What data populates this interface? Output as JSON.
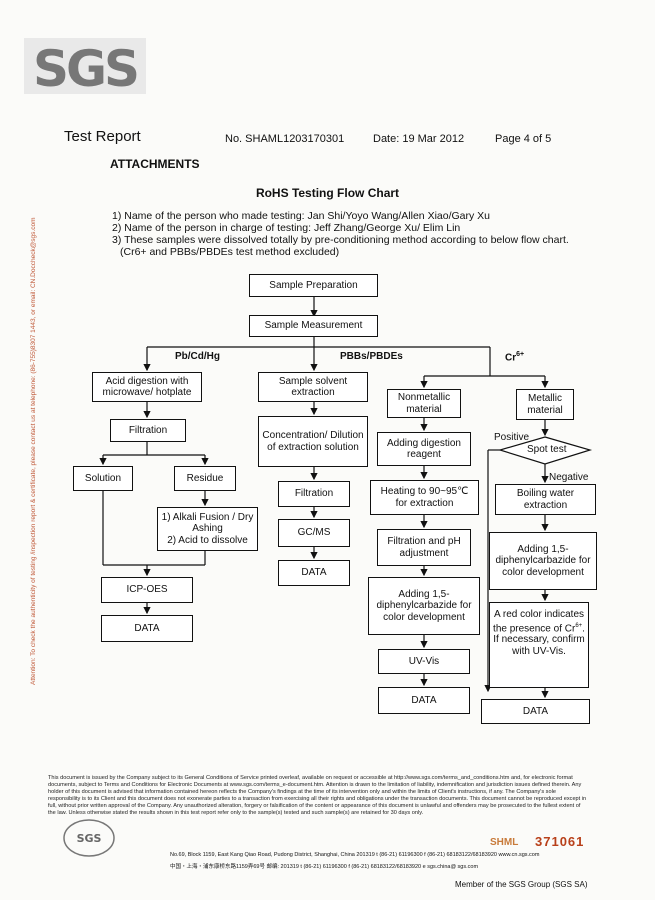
{
  "logo_text": "SGS",
  "header": {
    "title": "Test Report",
    "report_no": "No. SHAML1203170301",
    "date": "Date: 19 Mar 2012",
    "page": "Page 4 of 5"
  },
  "section": "ATTACHMENTS",
  "flow_title": "RoHS Testing Flow Chart",
  "notes": [
    "1) Name of the person who made testing: Jan Shi/Yoyo Wang/Allen Xiao/Gary Xu",
    "2) Name of the person in charge of testing: Jeff Zhang/George Xu/ Elim Lin",
    "3) These samples were dissolved totally by pre-conditioning method according to below flow chart.",
    "(Cr6+ and PBBs/PBDEs test method excluded)"
  ],
  "side_text": "Attention: To check the authenticity of testing /inspection report & certificate, please contact us at telephone: (86-755)8307 1443, or email: CN.Doccheck@sgs.com",
  "flow": {
    "prep": "Sample Preparation",
    "measure": "Sample Measurement",
    "branch_pb": "Pb/Cd/Hg",
    "branch_pbb": "PBBs/PBDEs",
    "branch_cr": "Cr",
    "branch_cr_sup": "6+",
    "acid": "Acid digestion with microwave/ hotplate",
    "filtration1": "Filtration",
    "solution": "Solution",
    "residue": "Residue",
    "alkali": "1) Alkali Fusion / Dry Ashing\n2) Acid to dissolve",
    "icp": "ICP-OES",
    "data1": "DATA",
    "solvent": "Sample solvent extraction",
    "concentration": "Concentration/ Dilution of extraction solution",
    "filtration2": "Filtration",
    "gcms": "GC/MS",
    "data2": "DATA",
    "nonmetal": "Nonmetallic material",
    "adding_dig": "Adding digestion reagent",
    "heating": "Heating to 90~95℃ for extraction",
    "filt_ph": "Filtration and pH adjustment",
    "adding15a": "Adding 1,5-diphenylcarbazide for color development",
    "uv": "UV-Vis",
    "data3": "DATA",
    "metal": "Metallic material",
    "spot": "Spot test",
    "positive": "Positive",
    "negative": "Negative",
    "boiling": "Boiling water extraction",
    "adding15b": "Adding 1,5-diphenylcarbazide for color development",
    "redcolor_a": "A red color indicates the presence of Cr",
    "redcolor_sup": "6+",
    "redcolor_b": ". If necessary, confirm with UV-Vis.",
    "data4": "DATA"
  },
  "footer": {
    "disclaimer": "This document is issued by the Company subject to its General Conditions of Service printed overleaf, available on request or accessible at http://www.sgs.com/terms_and_conditions.htm and, for electronic format documents, subject to Terms and Conditions for Electronic Documents at www.sgs.com/terms_e-document.htm. Attention is drawn to the limitation of liability, indemnification and jurisdiction issues defined therein. Any holder of this document is advised that information contained hereon reflects the Company's findings at the time of its intervention only and within the limits of Client's instructions, if any. The Company's sole responsibility is to its Client and this document does not exonerate parties to a transaction from exercising all their rights and obligations under the transaction documents. This document cannot be reproduced except in full, without prior written approval of the Company. Any unauthorized alteration, forgery or falsification of the content or appearance of this document is unlawful and offenders may be prosecuted to the fullest extent of the law. Unless otherwise stated the results shown in this test report refer only to the sample(s) tested and such sample(s) are retained for 30 days only.",
    "addr_en": "No.69, Block 1159, East Kang Qiao Road, Pudong District, Shanghai, China 201319   t (86-21) 61196300   f (86-21) 68183122/68183920   www.cn.sgs.com",
    "addr_cn": "中国・上海・浦东康桥东路1159弄69号 邮编: 201319   t (86-21) 61196300   f (86-21) 68183122/68183920   e sgs.china@ sgs.com",
    "member": "Member of the SGS Group (SGS SA)",
    "shml": "SHML",
    "serial": "371061"
  }
}
